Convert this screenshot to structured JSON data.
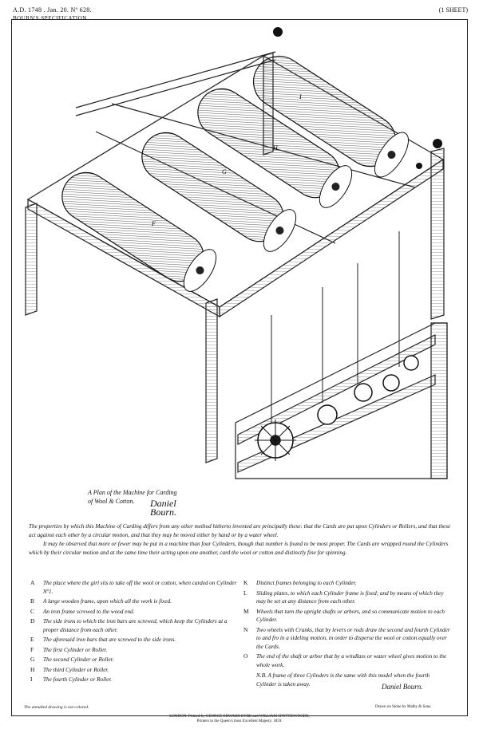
{
  "header": {
    "date_line": "A.D. 1748 . Jan. 20. Nº 628.",
    "specification": "BOURN'S SPECIFICATION.",
    "sheet": "(1 SHEET)"
  },
  "caption": {
    "line1": "A Plan of the Machine for Carding",
    "line2": "of Wool & Cotton.",
    "signature": "Daniel Bourn."
  },
  "intro": [
    "The properties by which this Machine of Carding differs from any other method hitherto invented are principally these: that the Cards are put upon Cylinders or Rollers, and that these act against each other by a circular motion, and that they may be moved either by hand or by a water wheel.",
    "It may be observed that more or fewer may be put in a machine than four Cylinders, though that number is found to be most proper. The Cards are wrapped round the Cylinders which by their circular motion and at the same time their acting upon one another, card the wool or cotton and distinctly fine for spinning."
  ],
  "legend_left": [
    {
      "key": "A",
      "text": "The place where the girl sits to take off the wool or cotton, when carded on Cylinder Nº1."
    },
    {
      "key": "B",
      "text": "A large wooden frame, upon which all the work is fixed."
    },
    {
      "key": "C",
      "text": "An iron frame screwed to the wood end."
    },
    {
      "key": "D",
      "text": "The side irons to which the iron bars are screwed, which keep the Cylinders at a proper distance from each other."
    },
    {
      "key": "E",
      "text": "The aforesaid iron bars that are screwed to the side irons."
    },
    {
      "key": "F",
      "text": "The first Cylinder or Roller."
    },
    {
      "key": "G",
      "text": "The second Cylinder or Roller."
    },
    {
      "key": "H",
      "text": "The third Cylinder or Roller."
    },
    {
      "key": "I",
      "text": "The fourth Cylinder or Roller."
    }
  ],
  "legend_right": [
    {
      "key": "K",
      "text": "Distinct frames belonging to each Cylinder."
    },
    {
      "key": "L",
      "text": "Sliding plates, to which each Cylinder frame is fixed; and by means of which they may be set at any distance from each other."
    },
    {
      "key": "M",
      "text": "Wheels that turn the upright shafts or arbors, and so communicate motion to each Cylinder."
    },
    {
      "key": "N",
      "text": "Two wheels with Cranks, that by levers or rods draw the second and fourth Cylinder to and fro in a sideling motion, in order to disperse the wool or cotton equally over the Cards."
    },
    {
      "key": "O",
      "text": "The end of the shaft or arbor that by a windlass or water wheel gives motion to the whole work."
    }
  ],
  "note": "N.B. A frame of three Cylinders is the same with this model when the fourth Cylinder is taken away.",
  "signature2": "Daniel Bourn.",
  "footer": {
    "left": "The annulled drawing is not colored.",
    "middle1": "LONDON: Printed by GEORGE EDWARD EYRE and WILLIAM SPOTTISWOODE,",
    "middle2": "Printers to the Queen's most Excellent Majesty. 1859.",
    "right": "Drawn on Stone by Malby & Sons."
  },
  "roller_labels": [
    "F",
    "G",
    "H",
    "I"
  ]
}
